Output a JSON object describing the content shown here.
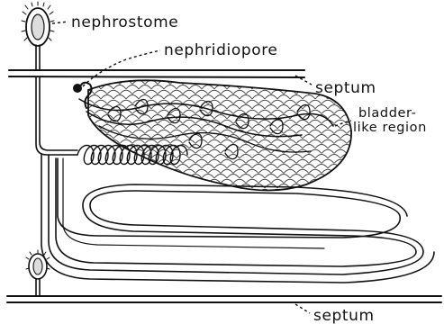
{
  "labels": {
    "nephrostome": "nephrostome",
    "nephridiopore": "nephridiopore",
    "septum_top": "septum",
    "bladder_line1": "bladder-",
    "bladder_line2": "like region",
    "septum_bottom": "septum"
  }
}
